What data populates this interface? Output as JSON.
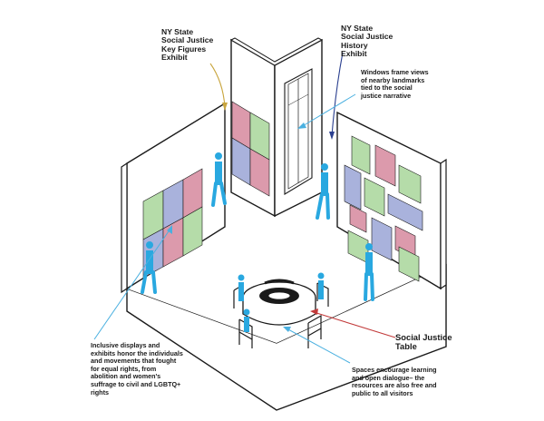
{
  "colors": {
    "green": "#b5dca9",
    "blue": "#a9b2dc",
    "pink": "#dc9aac",
    "figure": "#29a8e0",
    "arrow_gold": "#c9a63f",
    "arrow_navy": "#2a3f8f",
    "arrow_lightblue": "#4ab0e0",
    "arrow_red": "#c23a3a",
    "wall_fill": "#ffffff",
    "line": "#1a1a1a"
  },
  "labels": {
    "key_figures": "NY State\nSocial Justice\nKey Figures\nExhibit",
    "history": "NY State\nSocial Justice\nHistory\nExhibit",
    "windows": "Windows frame views\nof nearby landmarks\ntied to the social\njustice narrative",
    "inclusive": "Inclusive displays and\nexhibits honor the individuals\nand movements that fought\nfor equal rights, from\nabolition and women's\nsuffrage to civil and LGBTQ+\nrights",
    "table": "Social Justice\nTable",
    "spaces": "Spaces encourage learning\nand open dialogue– the\nresources are also free and\npublic to all visitors"
  }
}
